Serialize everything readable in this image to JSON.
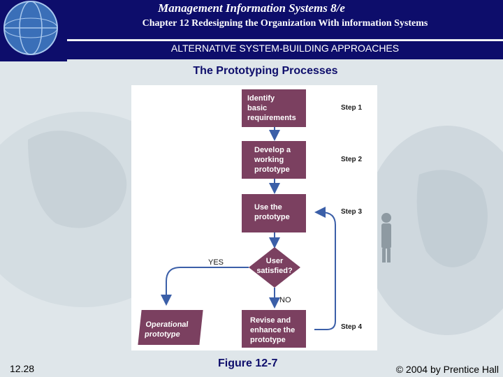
{
  "header": {
    "title": "Management Information Systems 8/e",
    "subtitle": "Chapter 12 Redesigning the Organization With information Systems"
  },
  "topic": "ALTERNATIVE SYSTEM-BUILDING APPROACHES",
  "diagram_title": "The Prototyping Processes",
  "figure": {
    "boxes": {
      "identify": "Identify\nbasic\nrequirements",
      "develop": "Develop a\nworking\nprototype",
      "use": "Use the\nprototype",
      "decision": "User\nsatisfied?",
      "revise": "Revise and\nenhance the\nprototype",
      "operational": "Operational\nprototype"
    },
    "steps": {
      "s1": "Step 1",
      "s2": "Step 2",
      "s3": "Step 3",
      "s4": "Step 4"
    },
    "labels": {
      "yes": "YES",
      "no": "NO"
    }
  },
  "footer": {
    "slide_number": "12.28",
    "figure_caption": "Figure 12-7",
    "copyright": "© 2004 by Prentice Hall"
  },
  "colors": {
    "header_bg": "#0d0d6b",
    "box_fill": "#7b4060",
    "arrow": "#3b5fa8"
  }
}
